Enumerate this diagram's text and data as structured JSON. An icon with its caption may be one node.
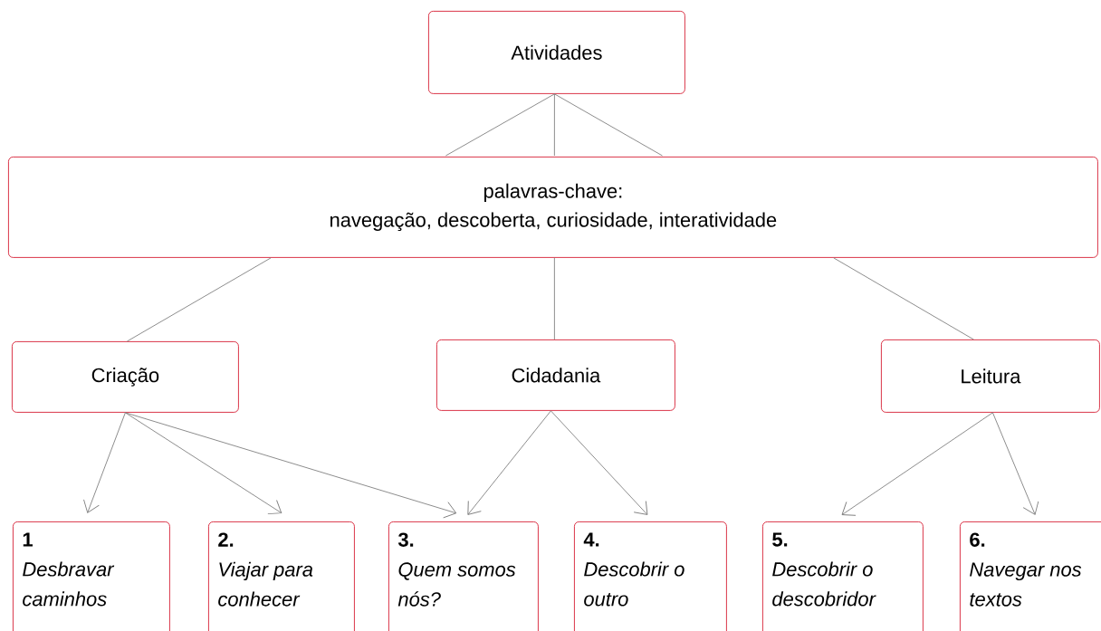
{
  "diagram": {
    "nodes": [
      {
        "text": [
          "Atividades"
        ]
      },
      {
        "text": [
          "palavras-chave:",
          "navegação, descoberta, curiosidade, interatividade"
        ]
      },
      {
        "text": [
          "Criação"
        ]
      },
      {
        "text": [
          "Cidadania"
        ]
      },
      {
        "text": [
          "Leitura"
        ]
      },
      {
        "text": [
          "1",
          "Desbravar caminhos"
        ]
      },
      {
        "text": [
          "2.",
          "Viajar para conhecer"
        ]
      },
      {
        "text": [
          "3.",
          "Quem somos nós?"
        ]
      },
      {
        "text": [
          "4.",
          "Descobrir o outro"
        ]
      },
      {
        "text": [
          "5.",
          "Descobrir o descobridor"
        ]
      },
      {
        "text": [
          "6.",
          "Navegar nos textos"
        ]
      }
    ],
    "edges": [
      {
        "from": 0,
        "to": 1,
        "arrow": "none"
      },
      {
        "from": 0,
        "to": 1,
        "arrow": "none"
      },
      {
        "from": 0,
        "to": 1,
        "arrow": "none"
      },
      {
        "from": 1,
        "to": 2,
        "arrow": "none"
      },
      {
        "from": 1,
        "to": 3,
        "arrow": "none"
      },
      {
        "from": 1,
        "to": 4,
        "arrow": "none"
      },
      {
        "from": 2,
        "to": 5,
        "arrow": "to"
      },
      {
        "from": 2,
        "to": 6,
        "arrow": "to"
      },
      {
        "from": 2,
        "to": 7,
        "arrow": "to"
      },
      {
        "from": 3,
        "to": 7,
        "arrow": "to"
      },
      {
        "from": 3,
        "to": 8,
        "arrow": "to"
      },
      {
        "from": 4,
        "to": 9,
        "arrow": "to"
      },
      {
        "from": 4,
        "to": 10,
        "arrow": "to"
      }
    ]
  }
}
